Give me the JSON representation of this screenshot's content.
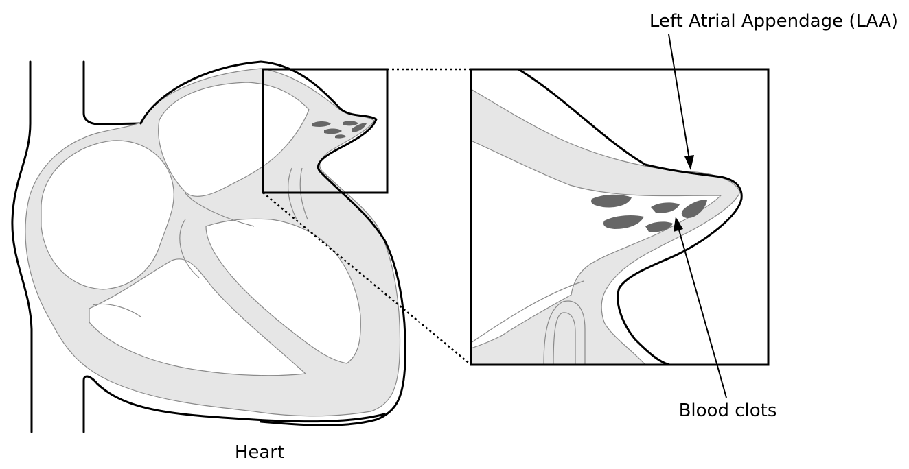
{
  "labels": {
    "laa": "Left Atrial Appendage (LAA)",
    "clots": "Blood clots",
    "heart": "Heart"
  },
  "colors": {
    "outline": "#000000",
    "wall_fill": "#e6e6e6",
    "wall_edge": "#8a8a8a",
    "clot": "#666666",
    "background": "#ffffff"
  }
}
